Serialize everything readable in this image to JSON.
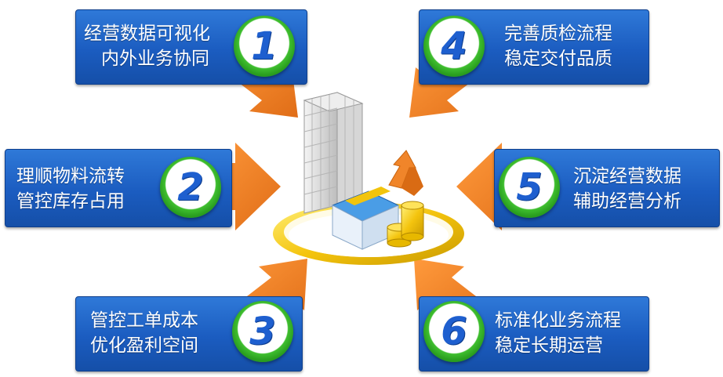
{
  "steps": [
    {
      "num": "1",
      "line1": "经营数据可视化",
      "line2": "内外业务协同"
    },
    {
      "num": "2",
      "line1": "理顺物料流转",
      "line2": "管控库存占用"
    },
    {
      "num": "3",
      "line1": "管控工单成本",
      "line2": "优化盈利空间"
    },
    {
      "num": "4",
      "line1": "完善质检流程",
      "line2": "稳定交付品质"
    },
    {
      "num": "5",
      "line1": "沉淀经营数据",
      "line2": "辅助经营分析"
    },
    {
      "num": "6",
      "line1": "标准化业务流程",
      "line2": "稳定长期运营"
    }
  ],
  "colors": {
    "card": "#1b5cc0",
    "arrow": "#f0852a",
    "badge_ring": "#2a9e1f",
    "number": "#1e5fcf",
    "ring_gold": "#f2c40c"
  }
}
